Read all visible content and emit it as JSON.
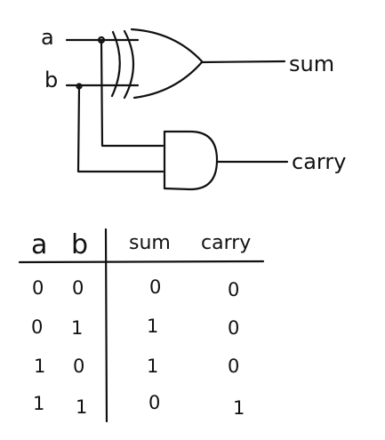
{
  "circuit": {
    "input_a": "a",
    "input_b": "b",
    "output_sum": "sum",
    "output_carry": "carry"
  },
  "truth_table": {
    "headers": [
      "a",
      "b",
      "sum",
      "carry"
    ],
    "rows": [
      [
        "0",
        "0",
        "0",
        "0"
      ],
      [
        "0",
        "1",
        "1",
        "0"
      ],
      [
        "1",
        "0",
        "1",
        "0"
      ],
      [
        "1",
        "1",
        "0",
        "1"
      ]
    ]
  }
}
